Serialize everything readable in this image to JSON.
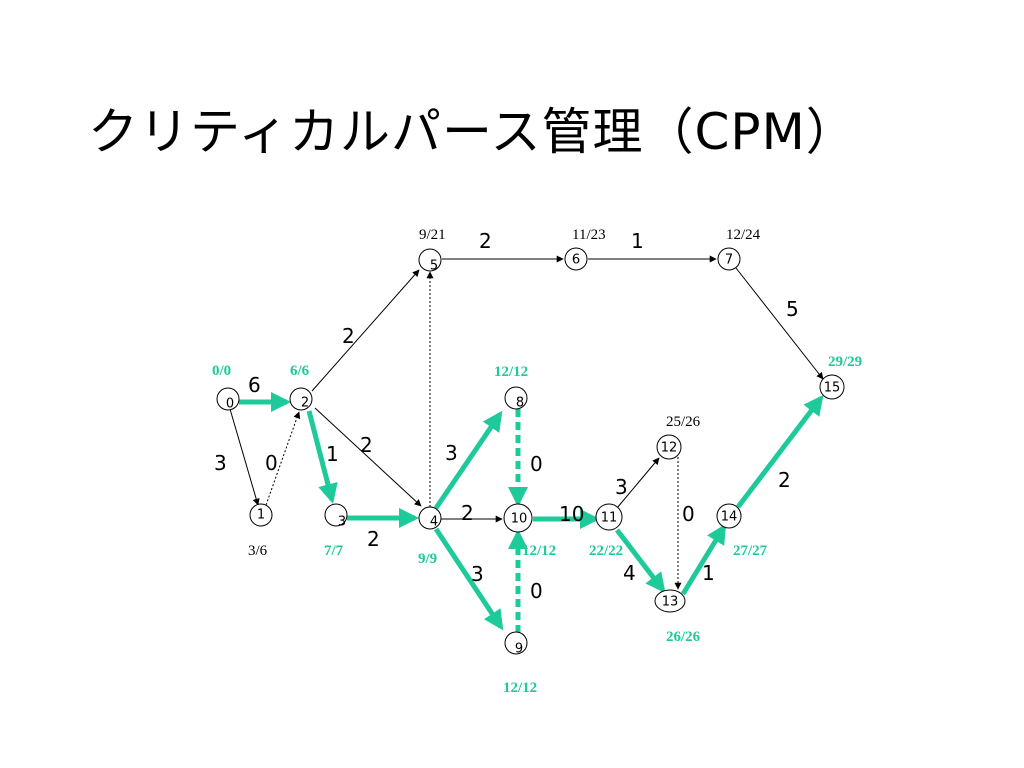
{
  "title": "クリティカルパース管理（CPM）",
  "colors": {
    "critical": "#1ec99a",
    "normal": "#000000"
  },
  "nodes": [
    {
      "id": "0",
      "label": "0"
    },
    {
      "id": "1",
      "label": "1"
    },
    {
      "id": "2",
      "label": "2"
    },
    {
      "id": "3",
      "label": "3"
    },
    {
      "id": "4",
      "label": "4"
    },
    {
      "id": "5",
      "label": "5"
    },
    {
      "id": "6",
      "label": "6"
    },
    {
      "id": "7",
      "label": "7"
    },
    {
      "id": "8",
      "label": "8"
    },
    {
      "id": "9",
      "label": "9"
    },
    {
      "id": "10",
      "label": "10"
    },
    {
      "id": "11",
      "label": "11"
    },
    {
      "id": "12",
      "label": "12"
    },
    {
      "id": "13",
      "label": "13"
    },
    {
      "id": "14",
      "label": "14"
    },
    {
      "id": "15",
      "label": "15"
    }
  ],
  "times": {
    "n0": "0/0",
    "n1": "3/6",
    "n2": "6/6",
    "n3": "7/7",
    "n4": "9/9",
    "n5": "9/21",
    "n6": "11/23",
    "n7": "12/24",
    "n8": "12/12",
    "n9": "12/12",
    "n10": "12/12",
    "n11": "22/22",
    "n12": "25/26",
    "n13": "26/26",
    "n14": "27/27",
    "n15": "29/29"
  },
  "edges": [
    {
      "from": "0",
      "to": "2",
      "weight": "6",
      "critical": true
    },
    {
      "from": "0",
      "to": "1",
      "weight": "3",
      "critical": false
    },
    {
      "from": "1",
      "to": "2",
      "weight": "0",
      "critical": false,
      "dummy": true
    },
    {
      "from": "2",
      "to": "5",
      "weight": "2",
      "critical": false
    },
    {
      "from": "2",
      "to": "3",
      "weight": "1",
      "critical": true
    },
    {
      "from": "2",
      "to": "4",
      "weight": "2",
      "critical": false
    },
    {
      "from": "3",
      "to": "4",
      "weight": "2",
      "critical": true
    },
    {
      "from": "4",
      "to": "5",
      "weight": "",
      "critical": false,
      "dummy": true
    },
    {
      "from": "4",
      "to": "8",
      "weight": "3",
      "critical": true
    },
    {
      "from": "4",
      "to": "10",
      "weight": "2",
      "critical": false
    },
    {
      "from": "4",
      "to": "9",
      "weight": "3",
      "critical": true
    },
    {
      "from": "8",
      "to": "10",
      "weight": "0",
      "critical": true,
      "dummy": true
    },
    {
      "from": "9",
      "to": "10",
      "weight": "0",
      "critical": true,
      "dummy": true
    },
    {
      "from": "5",
      "to": "6",
      "weight": "2",
      "critical": false
    },
    {
      "from": "6",
      "to": "7",
      "weight": "1",
      "critical": false
    },
    {
      "from": "7",
      "to": "15",
      "weight": "5",
      "critical": false
    },
    {
      "from": "10",
      "to": "11",
      "weight": "10",
      "critical": true
    },
    {
      "from": "11",
      "to": "12",
      "weight": "3",
      "critical": false
    },
    {
      "from": "11",
      "to": "13",
      "weight": "4",
      "critical": true
    },
    {
      "from": "12",
      "to": "13",
      "weight": "0",
      "critical": false,
      "dummy": true
    },
    {
      "from": "13",
      "to": "14",
      "weight": "1",
      "critical": true
    },
    {
      "from": "14",
      "to": "15",
      "weight": "2",
      "critical": true
    }
  ]
}
